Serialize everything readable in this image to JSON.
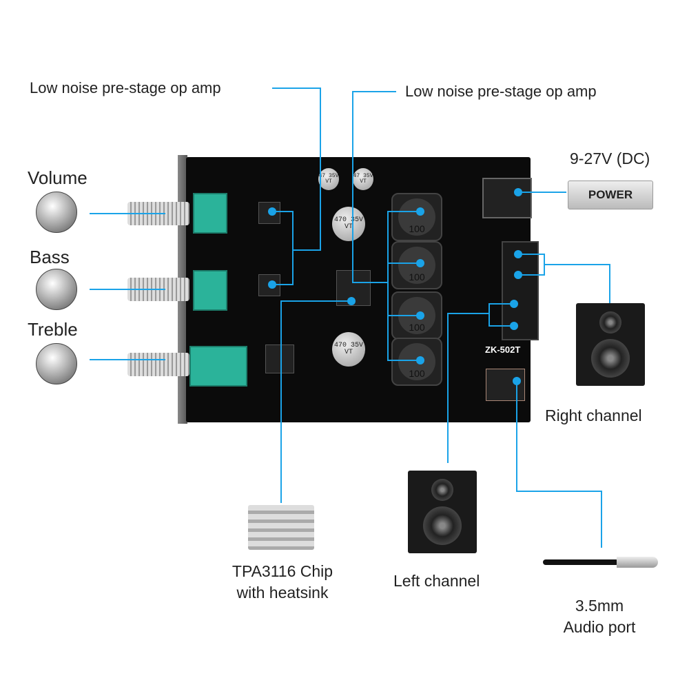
{
  "labels": {
    "opamp_left": "Low noise pre-stage op amp",
    "opamp_right": "Low noise pre-stage op amp",
    "volume": "Volume",
    "bass": "Bass",
    "treble": "Treble",
    "power_voltage": "9-27V (DC)",
    "power_badge": "POWER",
    "right_channel": "Right channel",
    "left_channel": "Left channel",
    "chip_line1": "TPA3116 Chip",
    "chip_line2": "with heatsink",
    "audio_line1": "3.5mm",
    "audio_line2": "Audio port"
  },
  "board": {
    "model": "ZK-502T",
    "inductor_value": "100",
    "big_cap": "470 35V VT",
    "small_cap": "47 35V VT"
  },
  "colors": {
    "callout_line": "#1aa3e8",
    "pot": "#2bb39a",
    "board": "#0b0b0b"
  }
}
